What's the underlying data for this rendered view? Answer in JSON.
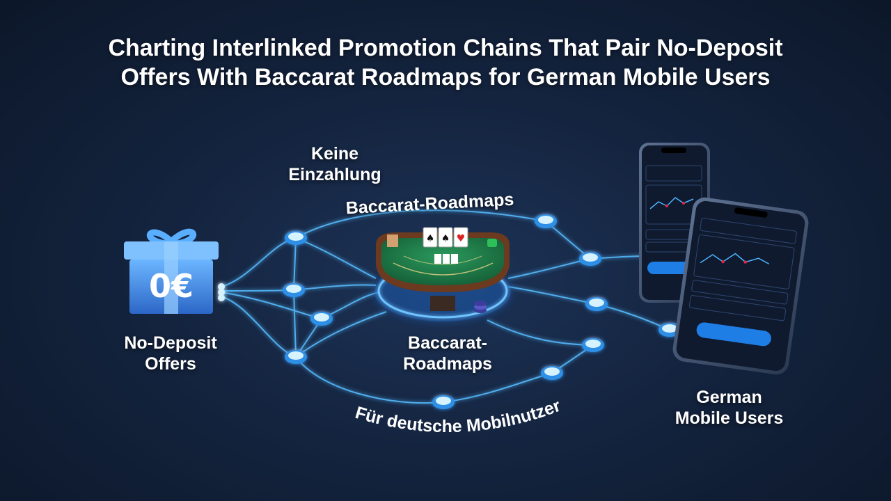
{
  "title": {
    "line1": "Charting Interlinked Promotion Chains That Pair No-Deposit",
    "line2": "Offers With Baccarat Roadmaps for German Mobile Users"
  },
  "labels": {
    "keine_line1": "Keine",
    "keine_line2": "Einzahlung",
    "roadmaps_top": "Baccarat-Roadmaps",
    "roadmaps_center_line1": "Baccarat-",
    "roadmaps_center_line2": "Roadmaps",
    "no_deposit_line1": "No-Deposit",
    "no_deposit_line2": "Offers",
    "german_line1": "German",
    "german_line2": "Mobile Users",
    "fuer_deutsche": "Für deutsche Mobilnutzer"
  },
  "gift": {
    "amount": "0€"
  },
  "colors": {
    "accent": "#4ab4ff",
    "node": "#bfe9ff",
    "table_felt": "#1f7a4a",
    "table_rail": "#6b3a1f",
    "button": "#1e7ee6"
  },
  "icons": {
    "gift": "gift-icon",
    "table": "baccarat-table-icon",
    "phone": "smartphone-icon"
  }
}
